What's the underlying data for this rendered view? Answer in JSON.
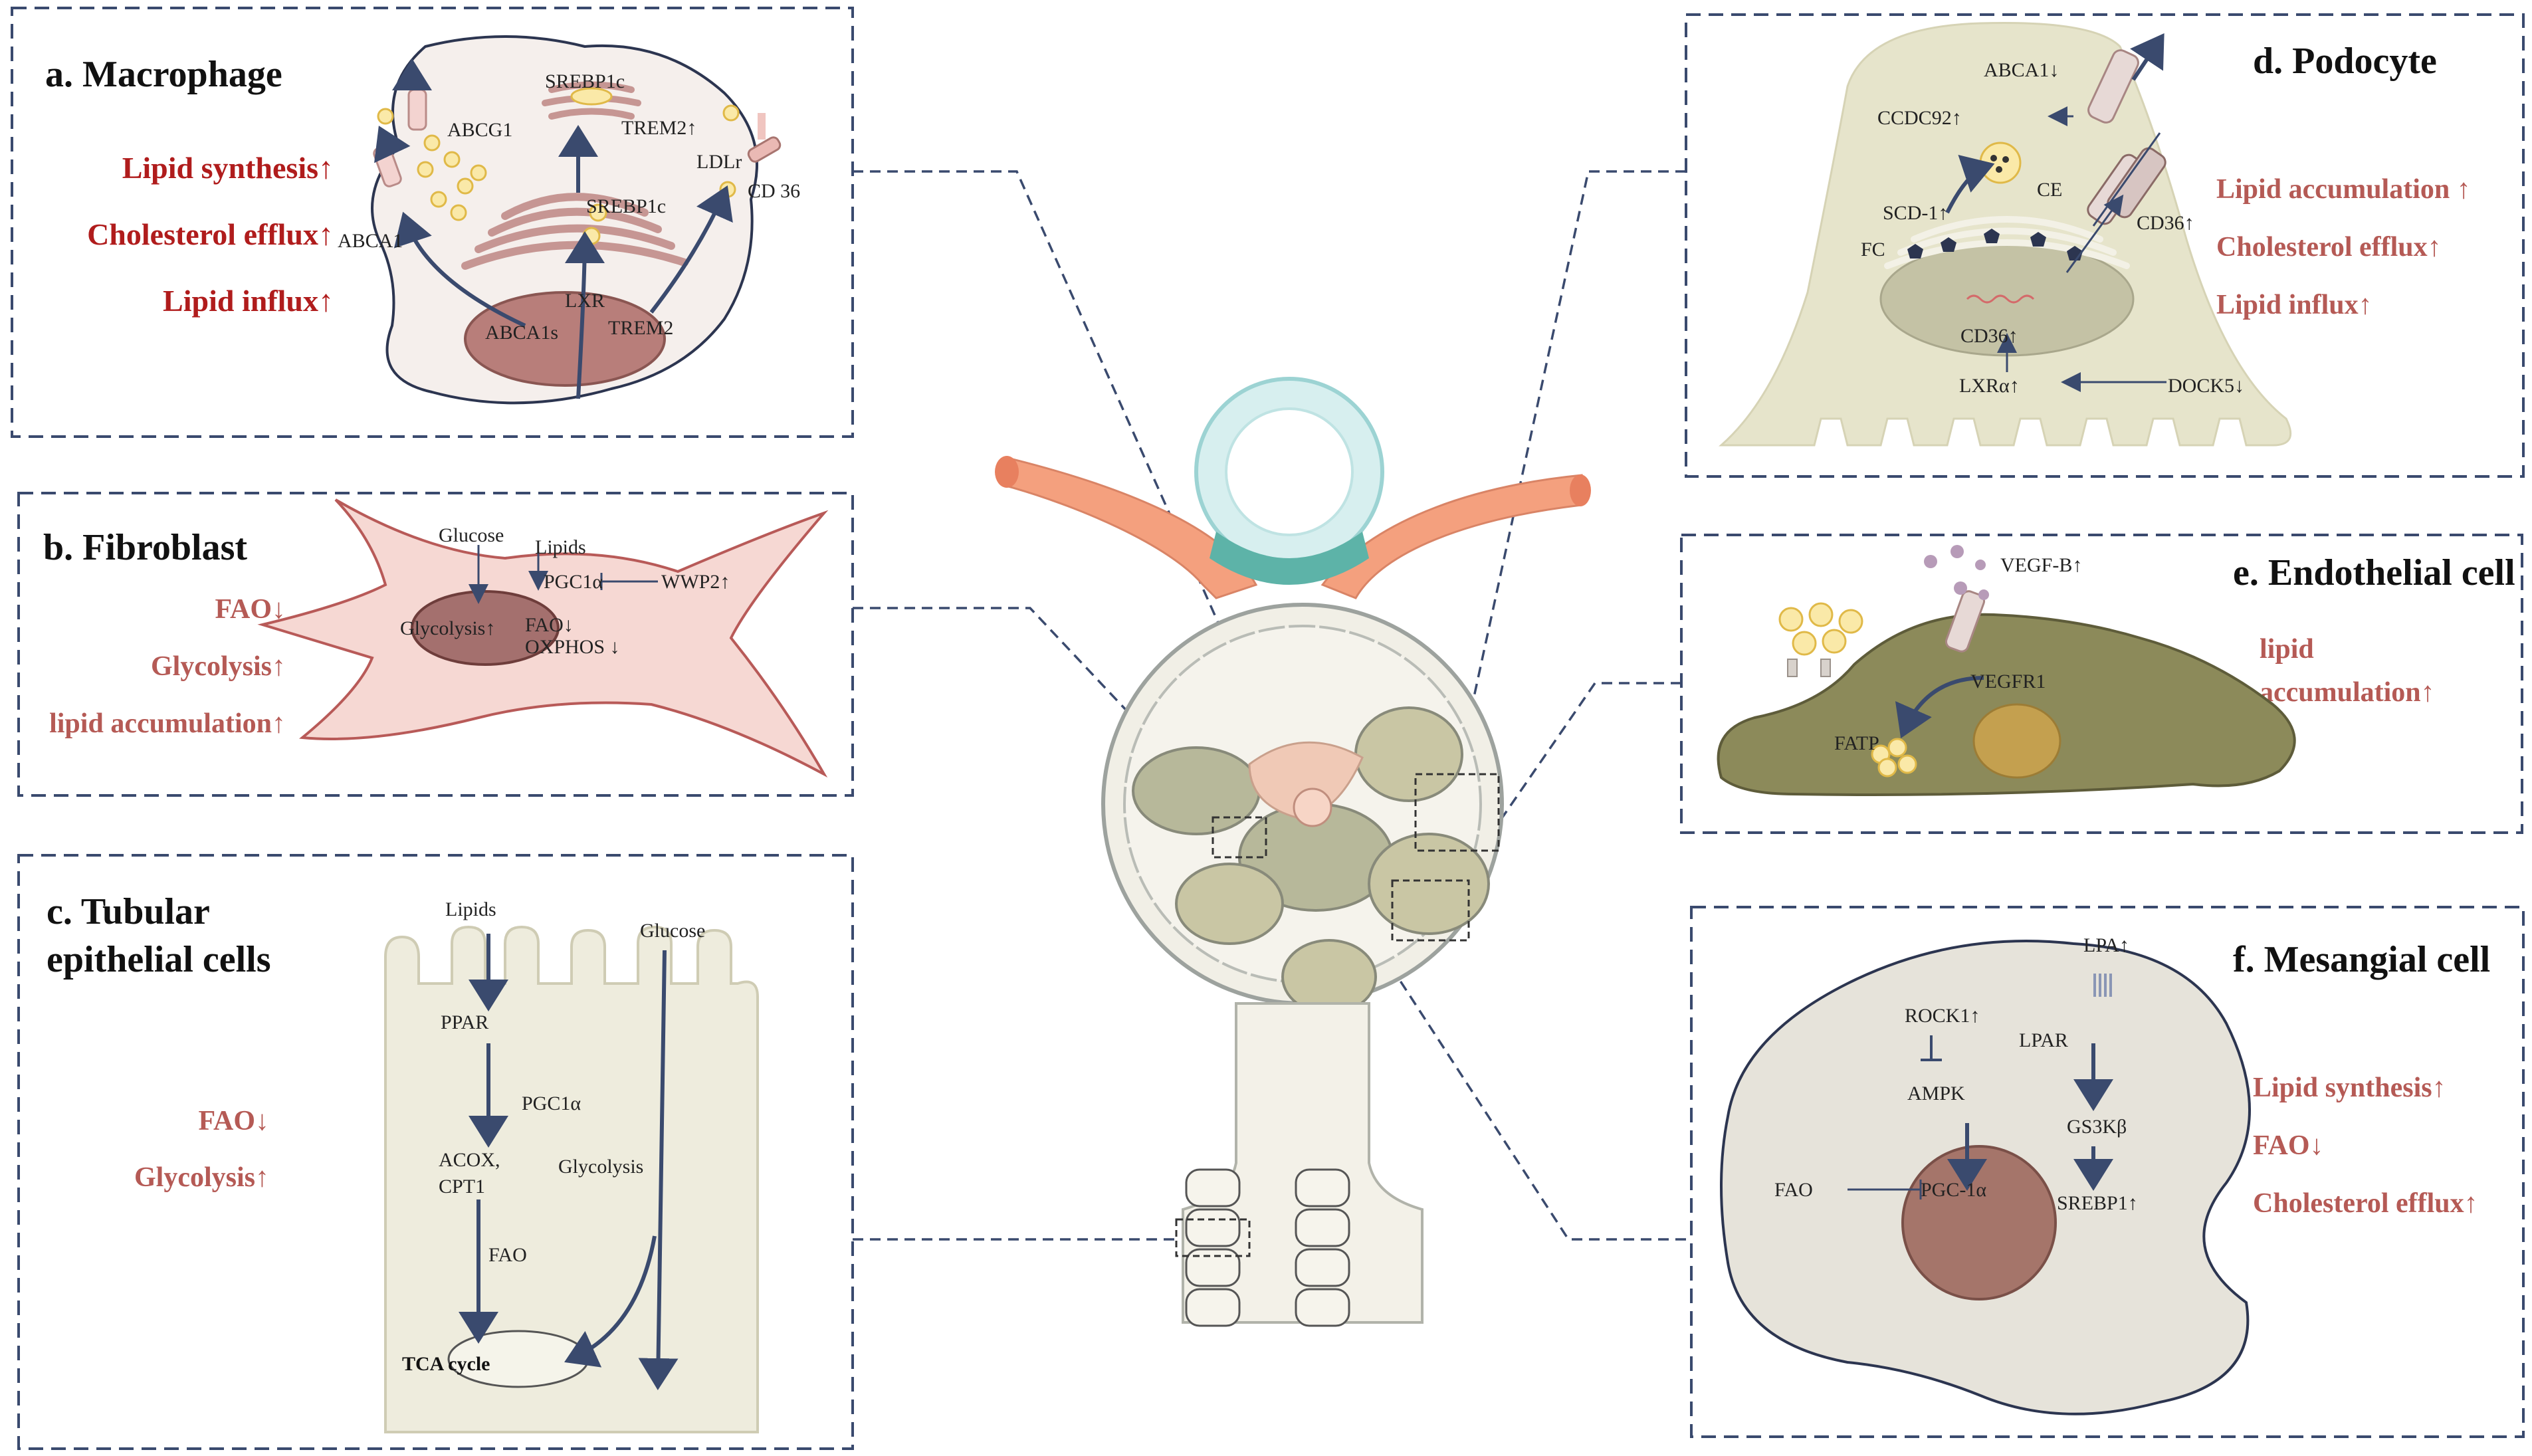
{
  "panels": {
    "a": {
      "title": "a. Macrophage",
      "effects": [
        "Lipid synthesis↑",
        "Cholesterol efflux↑",
        "Lipid influx↑"
      ],
      "labels": {
        "srebp_top": "SREBP1c",
        "abcg1": "ABCG1",
        "trem2_up": "TREM2↑",
        "ldlr": "LDLr",
        "cd36": "CD 36",
        "srebp_mid": "SREBP1c",
        "abca1": "ABCA1",
        "lxr": "LXR",
        "abca1s": "ABCA1s",
        "trem2": "TREM2"
      }
    },
    "b": {
      "title": "b. Fibroblast",
      "effects": [
        "FAO↓",
        "Glycolysis↑",
        "lipid accumulation↑"
      ],
      "labels": {
        "glucose": "Glucose",
        "lipids": "Lipids",
        "pgc1a": "PGC1α",
        "wwp2": "WWP2↑",
        "glycolysis": "Glycolysis↑",
        "fao": "FAO↓",
        "oxphos": "OXPHOS ↓"
      }
    },
    "c": {
      "title_line1": "c. Tubular",
      "title_line2": "epithelial cells",
      "effects": [
        "FAO↓",
        "Glycolysis↑"
      ],
      "labels": {
        "lipids": "Lipids",
        "glucose": "Glucose",
        "ppar": "PPAR",
        "pgc1a": "PGC1α",
        "acox": "ACOX,",
        "cpt1": "CPT1",
        "glycolysis": "Glycolysis",
        "fao": "FAO",
        "tca": "TCA cycle"
      }
    },
    "d": {
      "title": "d. Podocyte",
      "effects": [
        "Lipid accumulation ↑",
        "Cholesterol efflux↑",
        "Lipid influx↑"
      ],
      "labels": {
        "abca1": "ABCA1↓",
        "ccdc92": "CCDC92↑",
        "ce": "CE",
        "scd1": "SCD-1↑",
        "fc": "FC",
        "cd36_right": "CD36↑",
        "cd36_nuc": "CD36↑",
        "lxra": "LXRα↑",
        "dock5": "DOCK5↓"
      }
    },
    "e": {
      "title": "e. Endothelial cell",
      "effects_line1": "lipid",
      "effects_line2": "accumulation↑",
      "labels": {
        "vegfb": "VEGF-B↑",
        "vegfr1": "VEGFR1",
        "fatp": "FATP"
      }
    },
    "f": {
      "title": "f. Mesangial cell",
      "effects": [
        "Lipid synthesis↑",
        "FAO↓",
        "Cholesterol efflux↑"
      ],
      "labels": {
        "lpa": "LPA↑",
        "rock1": "ROCK1↑",
        "lpar": "LPAR",
        "ampk": "AMPK",
        "gs3kb": "GS3Kβ",
        "fao": "FAO",
        "pgc1a": "PGC-1α",
        "srebp1": "SREBP1↑"
      }
    }
  },
  "colors": {
    "dash_border": "#3a4a6e",
    "effect_dark_red": "#b01c1c",
    "effect_pink": "#b55a55",
    "arrow": "#3a4a6e"
  }
}
